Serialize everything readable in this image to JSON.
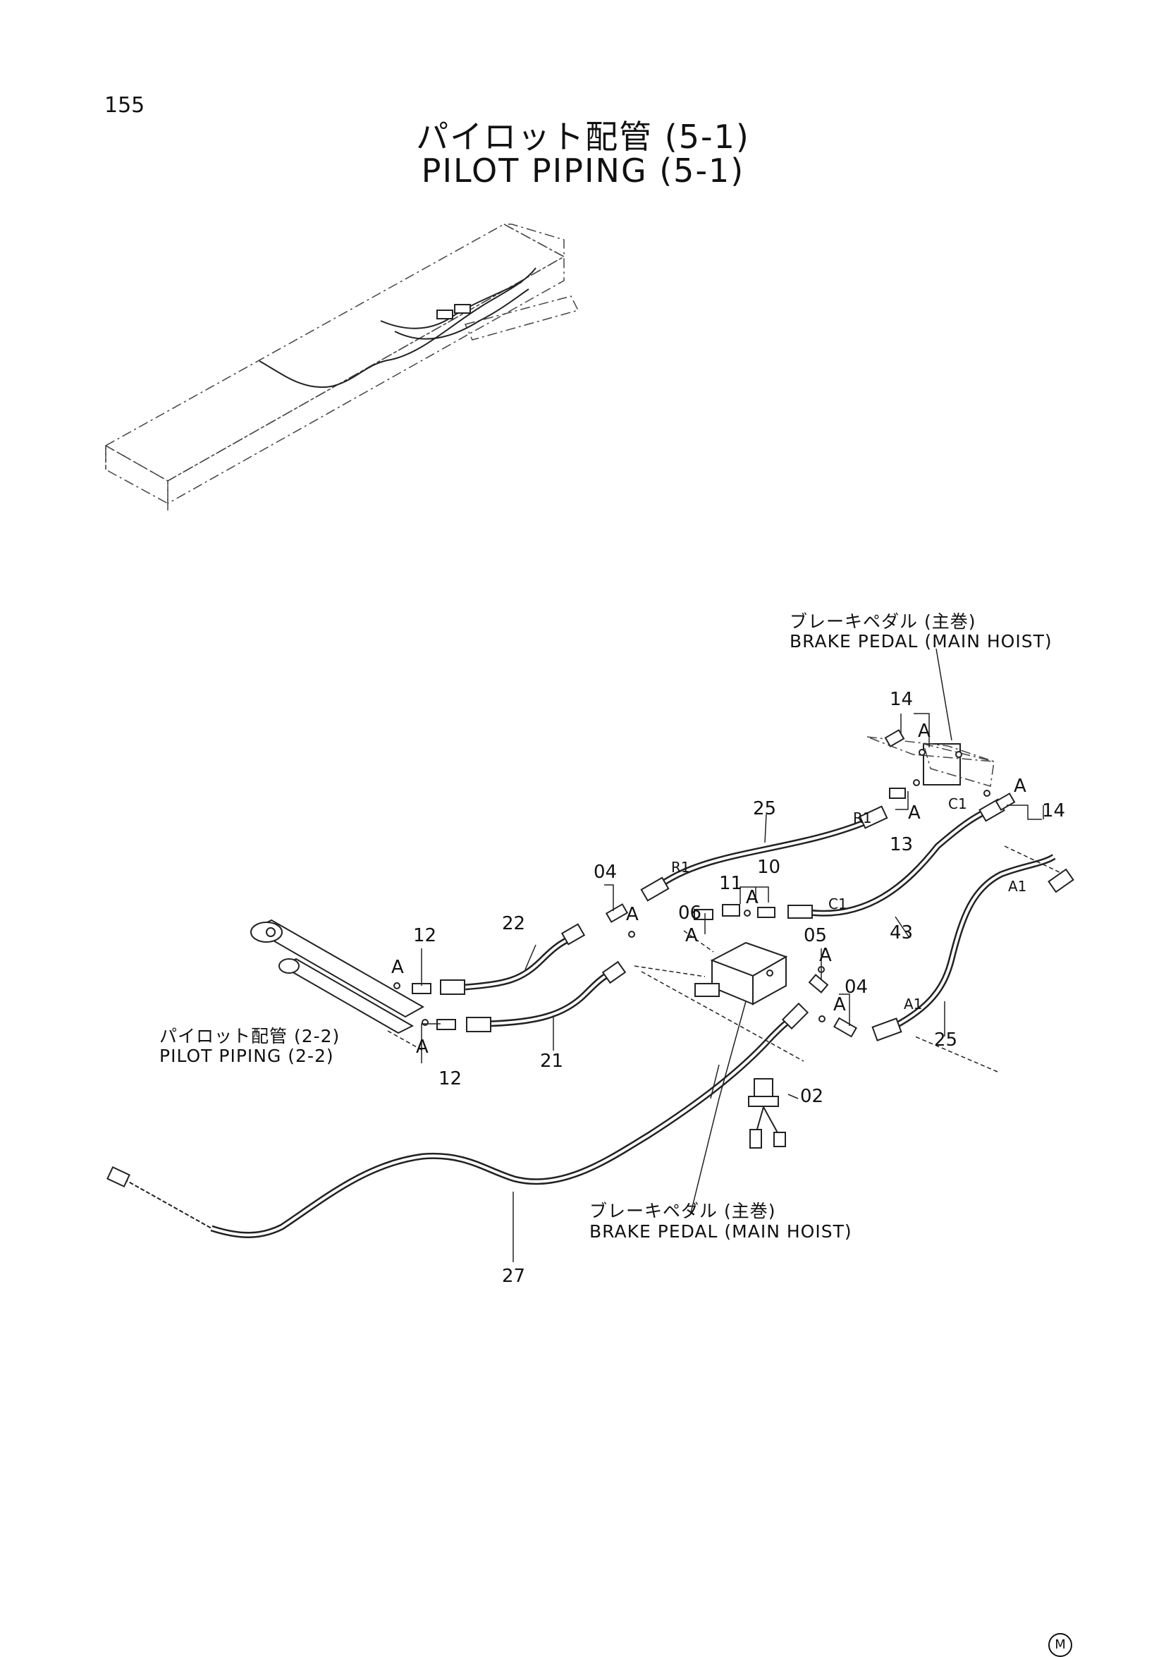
{
  "page_number": "155",
  "title": {
    "jp": "パイロット配管 (5-1)",
    "en": "PILOT PIPING (5-1)"
  },
  "callouts": {
    "brake_pedal_top_jp": "ブレーキペダル (主巻)",
    "brake_pedal_top_en": "BRAKE PEDAL (MAIN HOIST)",
    "brake_pedal_bottom_jp": "ブレーキペダル (主巻)",
    "brake_pedal_bottom_en": "BRAKE PEDAL (MAIN HOIST)",
    "pilot_piping_jp": "パイロット配管 (2-2)",
    "pilot_piping_en": "PILOT PIPING (2-2)"
  },
  "part_numbers": {
    "p14a": "14",
    "p14b": "14",
    "p13": "13",
    "p25a": "25",
    "p25b": "25",
    "p04a": "04",
    "p04b": "04",
    "p10": "10",
    "p11": "11",
    "p06": "06",
    "p05": "05",
    "p43": "43",
    "p22": "22",
    "p21": "21",
    "p12a": "12",
    "p12b": "12",
    "p02": "02",
    "p27": "27"
  },
  "port_labels": {
    "r1a": "R1",
    "r1b": "R1",
    "c1a": "C1",
    "c1b": "C1",
    "a1a": "A1",
    "a1b": "A1"
  },
  "detail_markers": [
    "A",
    "A",
    "A",
    "A",
    "A",
    "A",
    "A",
    "A",
    "A",
    "A"
  ],
  "corner_mark": "M"
}
